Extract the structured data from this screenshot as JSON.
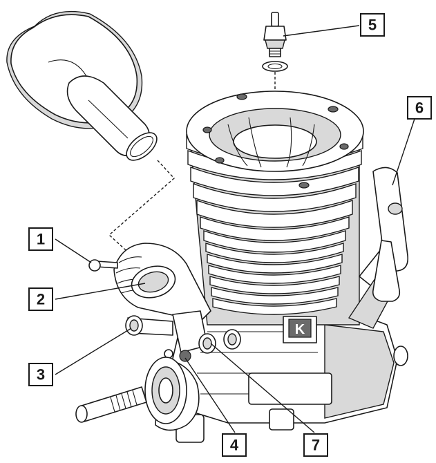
{
  "callouts": [
    {
      "id": "1",
      "label": "1"
    },
    {
      "id": "2",
      "label": "2"
    },
    {
      "id": "3",
      "label": "3"
    },
    {
      "id": "4",
      "label": "4"
    },
    {
      "id": "5",
      "label": "5"
    },
    {
      "id": "6",
      "label": "6"
    },
    {
      "id": "7",
      "label": "7"
    }
  ],
  "engine": {
    "logo_text": "K"
  }
}
